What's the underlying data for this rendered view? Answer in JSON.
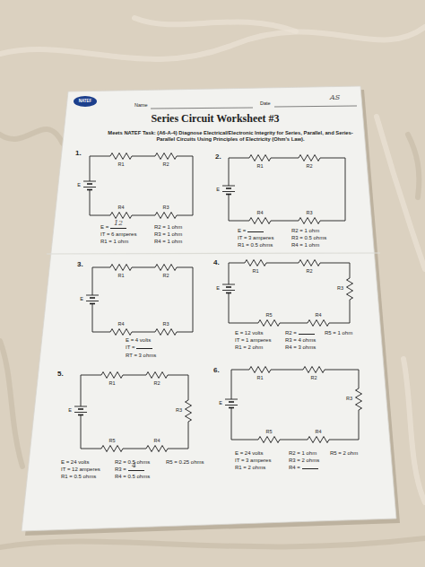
{
  "diagram": {
    "title": "Series Circuit Worksheet #3",
    "labels": [
      "NATEF",
      "Name",
      "Date",
      "AS",
      "Meets NATEF Task: (A6-A-4) Diagnose Electrical/Electronic Integrity for Series, Parallel, and Series-Parallel Circuits Using Principles of Electricity (Ohm's Law).",
      "R1",
      "R2",
      "R4",
      "R3",
      "E",
      "1.",
      "E =",
      "12",
      "IT = 6 amperes",
      "R1 = 1 ohm",
      "R2 = 1 ohm",
      "R3 = 1 ohm",
      "R4 = 1 ohm",
      "2.",
      "R1",
      "R2",
      "R4",
      "R3",
      "E",
      "E =",
      "IT = 3 amperes",
      "R1 = 0.5 ohms",
      "R2 = 1 ohm",
      "R3 = 0.5 ohms",
      "R4 = 1 ohm",
      "3.",
      "R1",
      "R2",
      "R4",
      "R3",
      "E",
      "E = 4 volts",
      "IT =",
      "RT = 3 ohms",
      "4.",
      "R1",
      "R2",
      "R3",
      "R5",
      "R4",
      "E",
      "E = 12 volts",
      "IT = 1 amperes",
      "R1 = 2 ohm",
      "R2 =",
      "R3 = 4 ohms",
      "R4 = 3 ohms",
      "R5 = 1 ohm",
      "5.",
      "R1",
      "R2",
      "R3",
      "R5",
      "R4",
      "E",
      "E = 24 volts",
      "IT = 12 amperes",
      "R1 = 0.5 ohms",
      "R2 = 0.5 ohms",
      "R3 =",
      "4",
      "R4 = 0.5 ohms",
      "R5 = 0.25 ohms",
      "6.",
      "R1",
      "R2",
      "R3",
      "R5",
      "R4",
      "E",
      "E = 24 volts",
      "IT = 3 amperes",
      "R1 = 2 ohms",
      "R2 = 1 ohm",
      "R3 = 2 ohms",
      "R4 =",
      "R5 = 2 ohm"
    ]
  }
}
